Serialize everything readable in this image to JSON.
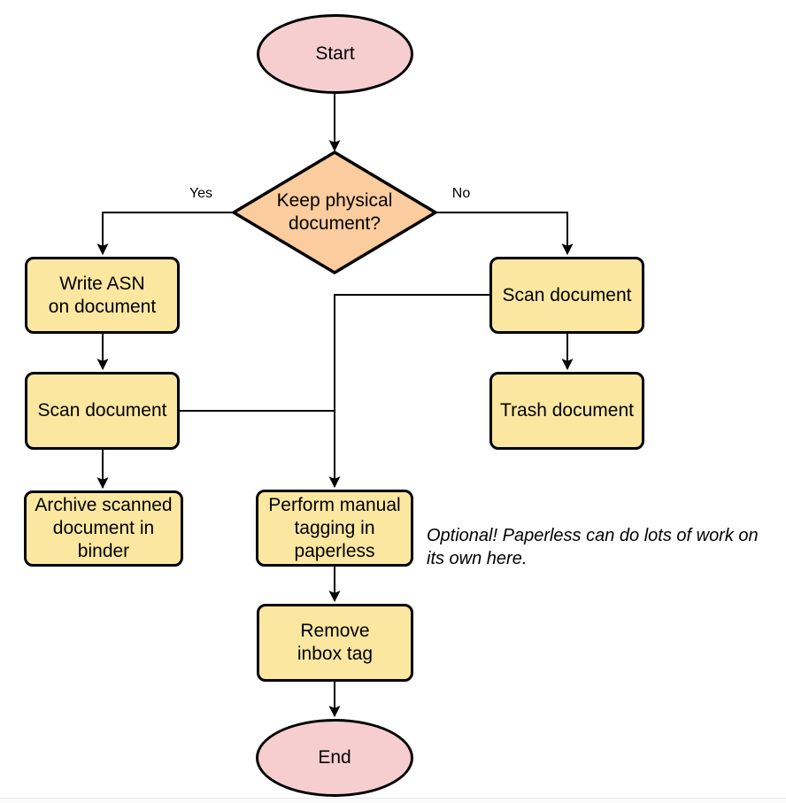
{
  "flowchart": {
    "nodes": {
      "start": "Start",
      "decision": "Keep physical\ndocument?",
      "write_asn": "Write ASN\non document",
      "scan_left": "Scan document",
      "archive": "Archive scanned\ndocument in\nbinder",
      "scan_right": "Scan document",
      "trash": "Trash document",
      "tagging": "Perform manual\ntagging in\npaperless",
      "remove_inbox": "Remove\ninbox tag",
      "end": "End"
    },
    "edge_labels": {
      "yes": "Yes",
      "no": "No"
    },
    "note": "Optional! Paperless can do lots of work on\nits own here.",
    "colors": {
      "terminal_fill": "#F7CED0",
      "decision_fill": "#FBCC9D",
      "process_fill": "#FCE7A1",
      "stroke": "#000000",
      "divider": "#E7E7E7"
    }
  }
}
